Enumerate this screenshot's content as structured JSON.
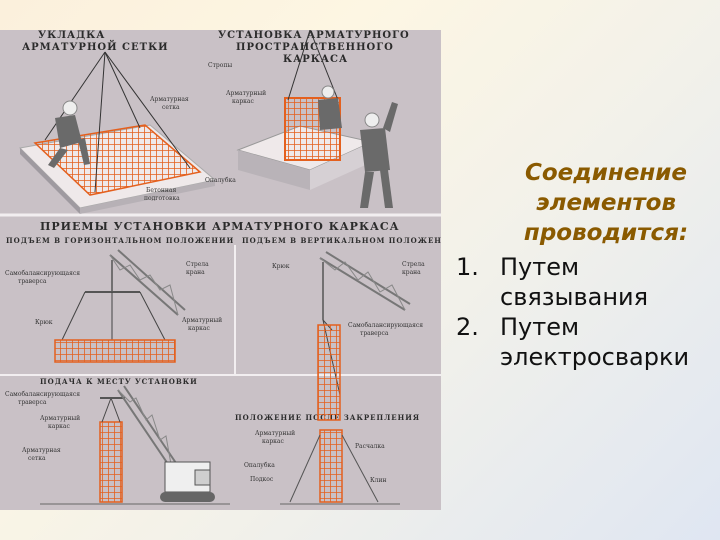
{
  "poster": {
    "titles": {
      "mesh_laying": [
        "УКЛАДКА",
        "АРМАТУРНОЙ СЕТКИ"
      ],
      "frame_install": [
        "УСТАНОВКА АРМАТУРНОГО",
        "ПРОСТРАНСТВЕННОГО",
        "КАРКАСА"
      ],
      "methods": "ПРИЕМЫ УСТАНОВКИ АРМАТУРНОГО КАРКАСА",
      "horizontal": "ПОДЪЕМ В ГОРИЗОНТАЛЬНОМ ПОЛОЖЕНИИ",
      "vertical": "ПОДЪЕМ В ВЕРТИКАЛЬНОМ ПОЛОЖЕНИИ",
      "delivery": "ПОДАЧА К МЕСТУ УСТАНОВКИ",
      "after_fix": "ПОЛОЖЕНИЕ ПОСЛЕ ЗАКРЕПЛЕНИЯ"
    },
    "labels": {
      "slings": "Стропы",
      "mesh": [
        "Арматурная",
        "сетка"
      ],
      "frame": [
        "Арматурный",
        "каркас"
      ],
      "concrete_prep": [
        "Бетонная",
        "подготовка"
      ],
      "formwork": "Опалубка",
      "self_balancing_1": [
        "Самобалансирующаяся",
        "траверса"
      ],
      "boom_1": [
        "Стрела",
        "крана"
      ],
      "hook_1": "Крюк",
      "frame_2": [
        "Арматурный",
        "каркас"
      ],
      "hook_2": "Крюк",
      "boom_2": [
        "Стрела",
        "крана"
      ],
      "self_balancing_2": [
        "Самобалансирующаяся",
        "траверса"
      ],
      "self_balancing_3": [
        "Самобалансирующаяся",
        "траверса"
      ],
      "frame_3": [
        "Арматурный",
        "каркас"
      ],
      "mesh_3": [
        "Арматурная",
        "сетка"
      ],
      "frame_4": [
        "Арматурный",
        "каркас"
      ],
      "brace": "Расчалка",
      "formwork_4": "Опалубка",
      "base": "Подкос",
      "wedge": "Клин"
    }
  },
  "heading": [
    "Соединение",
    "элементов",
    "проводится:"
  ],
  "list": [
    {
      "num": "1.",
      "lines": [
        "Путем",
        "связывания"
      ]
    },
    {
      "num": "2.",
      "lines": [
        "Путем",
        "электросварки"
      ]
    }
  ],
  "colors": {
    "accent": "#8a5a00",
    "rebar": "#e4601e",
    "poster_bg": "#c9c1c6"
  }
}
